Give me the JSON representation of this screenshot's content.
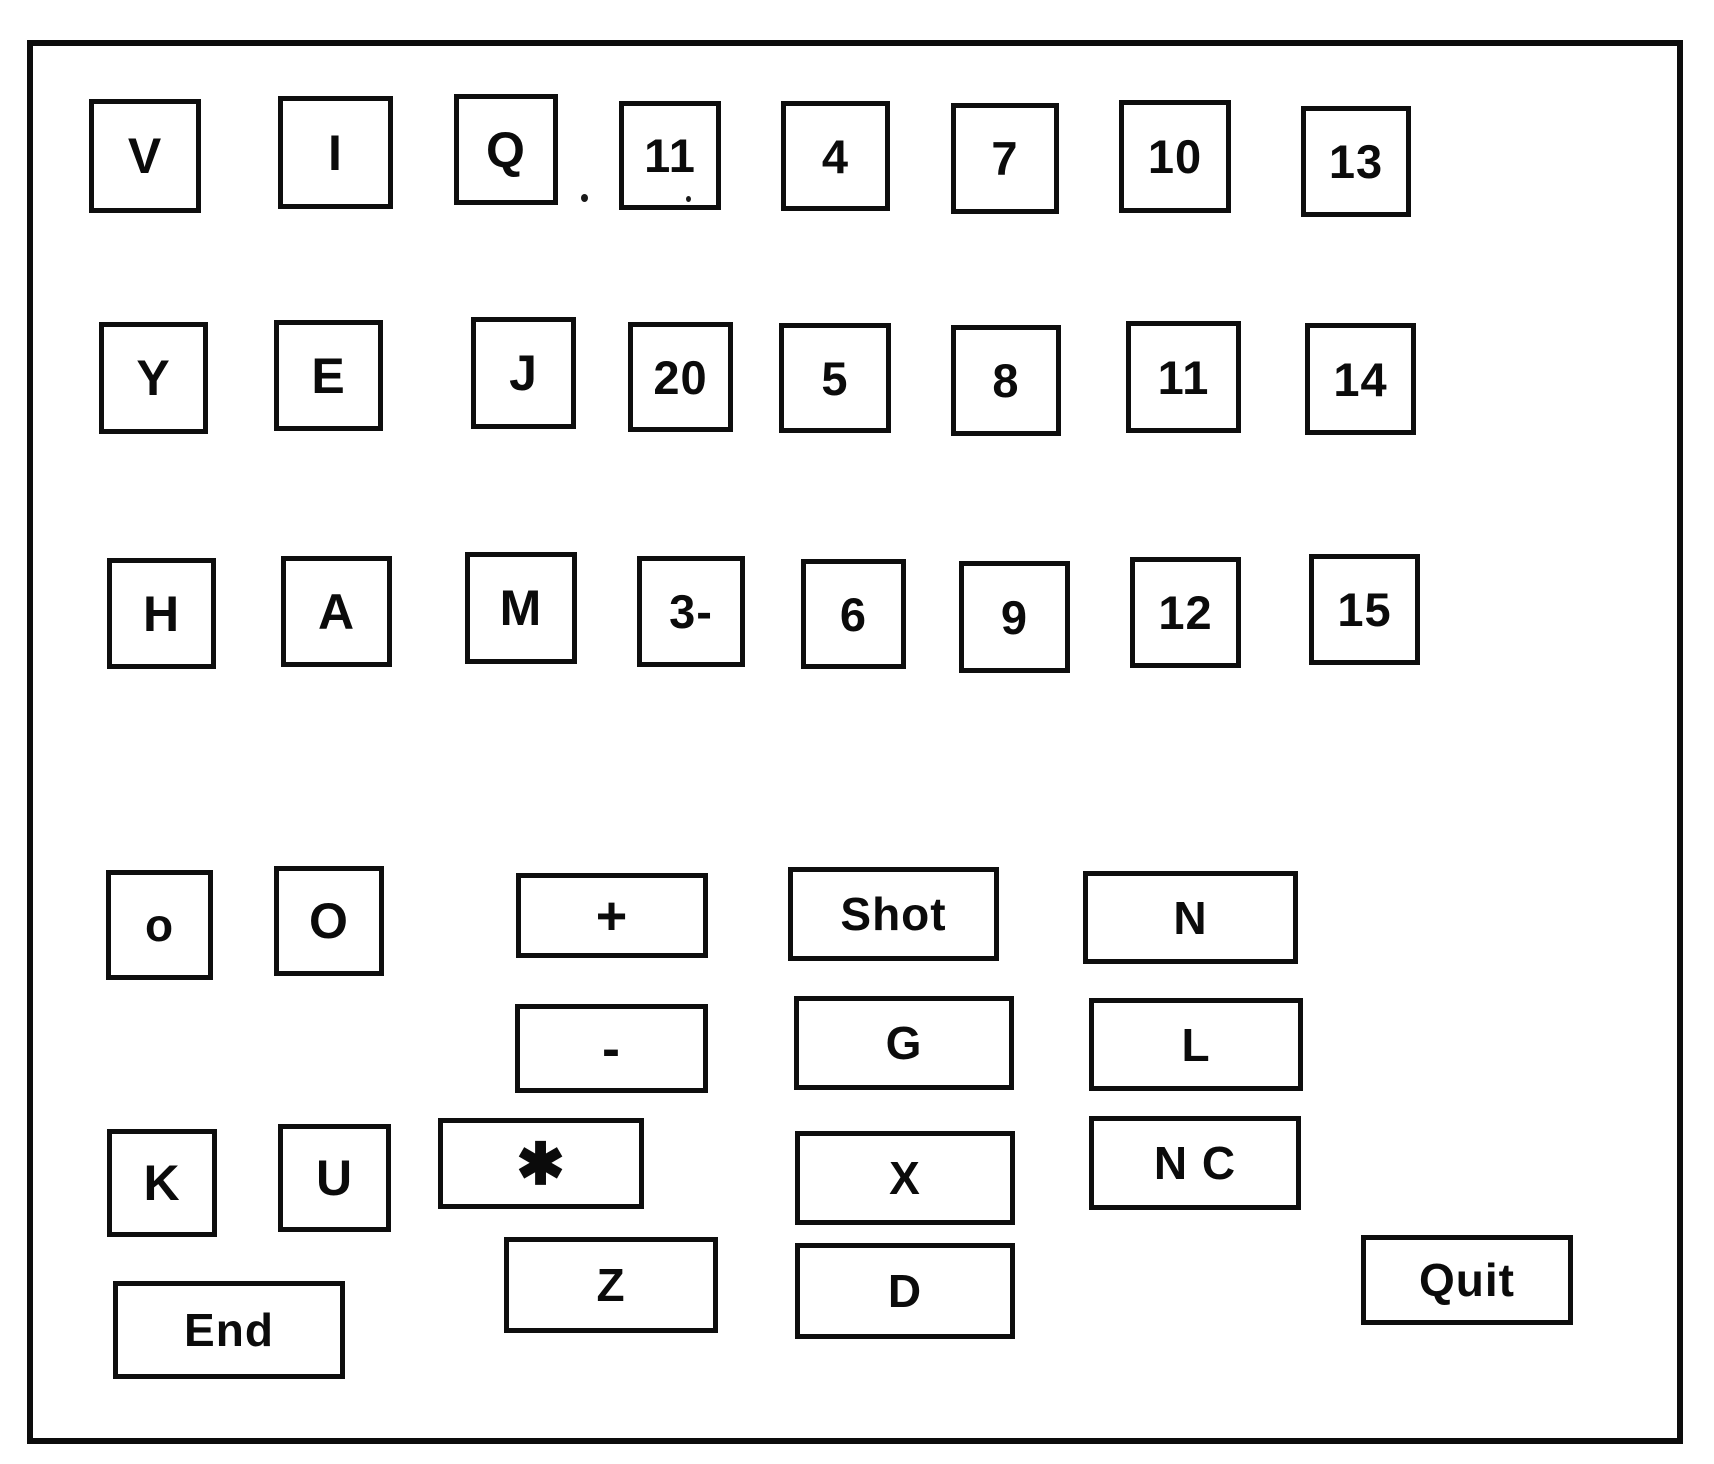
{
  "panel": {
    "rows": [
      {
        "keys": [
          "V",
          "I",
          "Q",
          "11",
          "4",
          "7",
          "10",
          "13"
        ]
      },
      {
        "keys": [
          "Y",
          "E",
          "J",
          "20",
          "5",
          "8",
          "11",
          "14"
        ]
      },
      {
        "keys": [
          "H",
          "A",
          "M",
          "3-",
          "6",
          "9",
          "12",
          "15"
        ]
      }
    ],
    "cluster": {
      "o_lower": "o",
      "o_upper": "O",
      "plus": "+",
      "shot": "Shot",
      "n": "N",
      "minus": "-",
      "g": "G",
      "l": "L",
      "k": "K",
      "u": "U",
      "asterisk": "✱",
      "x": "X",
      "nc": "N C",
      "end": "End",
      "z": "Z",
      "d": "D",
      "quit": "Quit"
    },
    "ink_color": "#0c0c0c",
    "background_color": "#ffffff"
  }
}
